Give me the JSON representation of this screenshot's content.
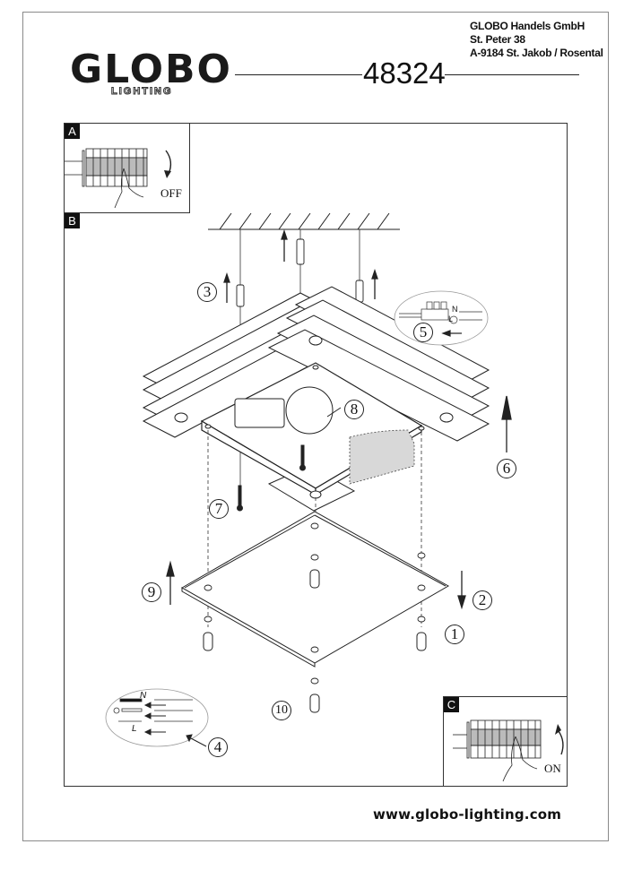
{
  "header": {
    "brand": "GLOBO",
    "brand_sub": "LIGHTING",
    "model_number": "48324",
    "company_lines": [
      "GLOBO Handels GmbH",
      "St. Peter 38",
      "A-9184 St. Jakob / Rosental"
    ]
  },
  "panels": {
    "a": {
      "tag": "A",
      "label": "OFF"
    },
    "b": {
      "tag": "B"
    },
    "c": {
      "tag": "C",
      "label": "ON"
    }
  },
  "steps": [
    "1",
    "2",
    "3",
    "4",
    "5",
    "6",
    "7",
    "8",
    "9",
    "10"
  ],
  "wiring": {
    "neutral": "N",
    "live": "L"
  },
  "footer": {
    "website": "www.globo-lighting.com"
  }
}
